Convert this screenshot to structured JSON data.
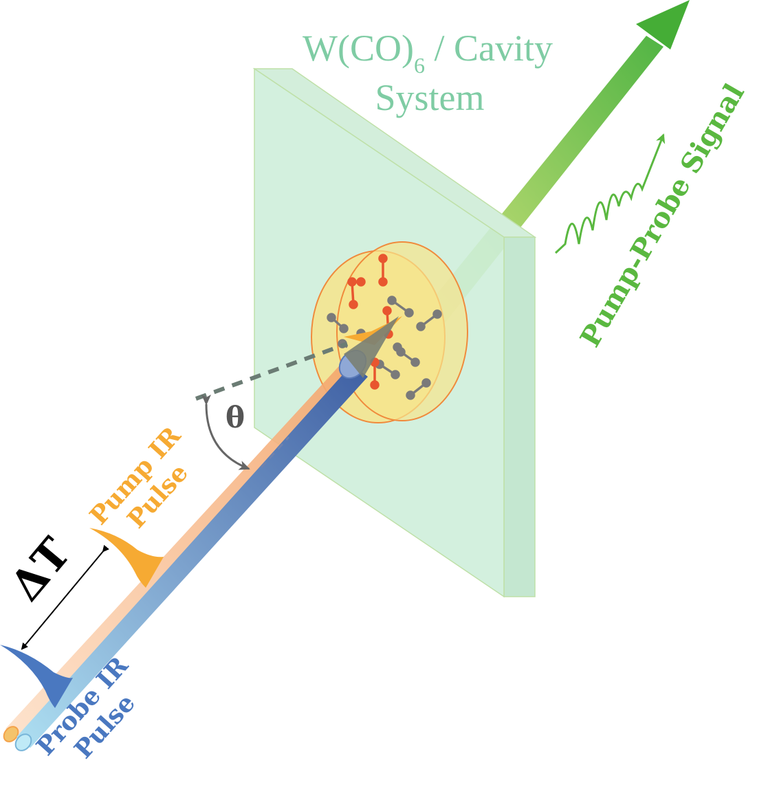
{
  "system_title": {
    "line1_prefix": "W(CO)",
    "line1_subscript": "6",
    "line1_suffix": " / Cavity",
    "line2": "System"
  },
  "pump_label": {
    "line1": "Pump IR",
    "line2": "Pulse"
  },
  "probe_label": {
    "line1": "Probe IR",
    "line2": "Pulse"
  },
  "signal_label": "Pump-Probe Signal",
  "delay_label": "ΔT",
  "angle_label": "θ",
  "colors": {
    "cavity": "#bfe6cf",
    "signal": "#5ab840",
    "pump": "#f6aa33",
    "probe": "#4a78c0",
    "molecule_dark": "#777777",
    "molecule_red": "#e85b35",
    "title": "#7fcca4"
  }
}
